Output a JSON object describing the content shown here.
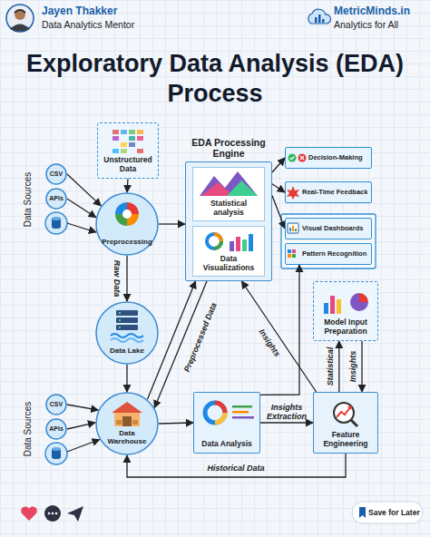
{
  "diagram": {
    "title": "Exploratory Data Analysis (EDA) Process",
    "nodes": [
      {
        "text": [
          "Unstructured Data"
        ]
      },
      {
        "text": [
          "Preprocessing"
        ]
      },
      {
        "text": [
          "CSV"
        ]
      },
      {
        "text": [
          "APIs"
        ]
      },
      {
        "text": [
          "Data Lake"
        ]
      },
      {
        "text": [
          "Data Warehouse"
        ]
      },
      {
        "text": [
          "CSV"
        ]
      },
      {
        "text": [
          "APIs"
        ]
      },
      {
        "text": [
          "EDA Processing Engine"
        ]
      },
      {
        "text": [
          "Statistical analysis"
        ],
        "in": 8
      },
      {
        "text": [
          "Data Visualizations"
        ],
        "in": 8
      },
      {
        "text": [
          "Decision-Making"
        ]
      },
      {
        "text": [
          "Real-Time Feedback"
        ]
      },
      {
        "text": [
          "Visual Dashboards"
        ]
      },
      {
        "text": [
          "Pattern Recognition"
        ]
      },
      {
        "text": [
          "Model Input Preparation"
        ]
      },
      {
        "text": [
          "Data Analysis"
        ]
      },
      {
        "text": [
          "Feature Engineering"
        ]
      }
    ],
    "edges": [
      {
        "from": 0,
        "to": 1,
        "arrow": "to"
      },
      {
        "from": 2,
        "to": 1,
        "arrow": "to"
      },
      {
        "from": 3,
        "to": 1,
        "arrow": "to"
      },
      {
        "from": 1,
        "to": 4,
        "label": "Raw Data",
        "arrow": "to"
      },
      {
        "from": 4,
        "to": 5,
        "arrow": "to"
      },
      {
        "from": 6,
        "to": 5,
        "arrow": "to"
      },
      {
        "from": 7,
        "to": 5,
        "arrow": "to"
      },
      {
        "from": 1,
        "to": 8,
        "arrow": "to"
      },
      {
        "from": 5,
        "to": 8,
        "label": "Preprocessed Data",
        "arrow": "to"
      },
      {
        "from": 8,
        "to": 5,
        "arrow": "to"
      },
      {
        "from": 8,
        "to": 11,
        "arrow": "to"
      },
      {
        "from": 8,
        "to": 12,
        "arrow": "to"
      },
      {
        "from": 8,
        "to": 13,
        "arrow": "to"
      },
      {
        "from": 5,
        "to": 16,
        "arrow": "to"
      },
      {
        "from": 16,
        "to": 17,
        "label": "Insights Extraction",
        "arrow": "to"
      },
      {
        "from": 16,
        "to": 14,
        "arrow": "to"
      },
      {
        "from": 17,
        "to": 8,
        "label": "Insights",
        "arrow": "to"
      },
      {
        "from": 17,
        "to": 15,
        "label": "Statistical",
        "arrow": "to"
      },
      {
        "from": 15,
        "to": 17,
        "label": "Insights",
        "arrow": "to"
      },
      {
        "from": 17,
        "to": 5,
        "label": "Historical Data",
        "arrow": "to"
      }
    ],
    "labels": [
      "Jayen Thakker",
      "Data Analytics Mentor",
      "MetricMinds.in",
      "Analytics for All",
      "Data Sources",
      "Data Sources",
      "Save for Later"
    ]
  }
}
